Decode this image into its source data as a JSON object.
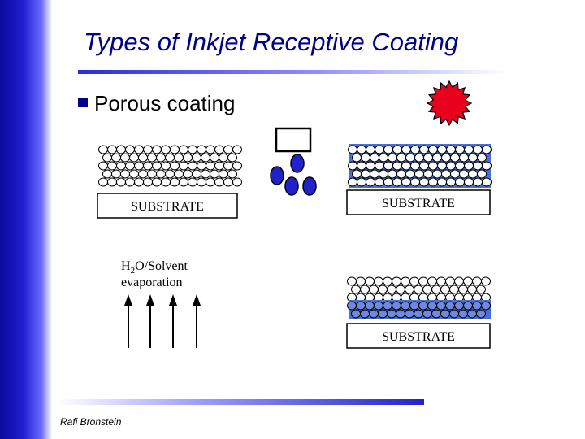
{
  "slide": {
    "title": "Types of Inkjet Receptive Coating",
    "bullet": "Porous coating",
    "footer": "Rafi Bronstein"
  },
  "diagram": {
    "substrate_label": "SUBSTRATE",
    "evaporation_line1_prefix": "H",
    "evaporation_line1_sub": "2",
    "evaporation_line1_suffix": "O/Solvent",
    "evaporation_line2": "evaporation"
  },
  "colors": {
    "brand": "#00008b",
    "ink_drop": "#2222cc",
    "wet_particle": "#5a7bd8",
    "light_source": "#e8001c"
  }
}
